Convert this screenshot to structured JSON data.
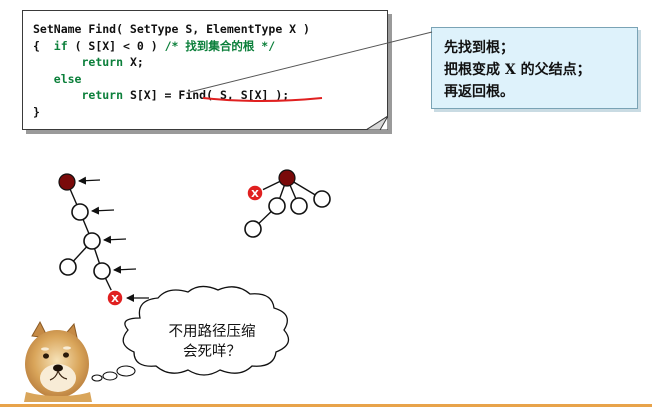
{
  "code": {
    "lines": [
      "SetName Find( SetType S, ElementType X )",
      "{  if ( S[X] < 0 ) /* 找到集合的根 */",
      "       return X;",
      "   else",
      "       return S[X] = Find( S, S[X] );",
      "}"
    ],
    "line1": "SetName Find( SetType S, ElementType X )",
    "line2_open": "{  ",
    "line2_if": "if",
    "line2_cond": " ( S[X] < 0 ) ",
    "line2_comment": "/* 找到集合的根 */",
    "line3_indent": "       ",
    "line3_return": "return",
    "line3_rest": " X;",
    "line4_indent": "   ",
    "line4_else": "else",
    "line5_indent": "       ",
    "line5_return": "return",
    "line5_mid": " S[X] = ",
    "line5_call": "Find( S, S[X] )",
    "line5_end": ";",
    "line6": "}"
  },
  "callout": {
    "line1": "先找到根；",
    "line2": "把根变成 X 的父结点；",
    "line3": "再返回根。"
  },
  "tree_left": {
    "node_label": "X"
  },
  "tree_right": {
    "node_label": "X"
  },
  "bubble": {
    "line1": "不用路径压缩",
    "line2": "会死咩？"
  },
  "colors": {
    "keyword": "#0b7f3a",
    "root": "#7a0a0a",
    "x_node": "#e02020",
    "callout_bg": "#def2fb",
    "underline": "#e02020",
    "rule": "#e8a34a"
  }
}
